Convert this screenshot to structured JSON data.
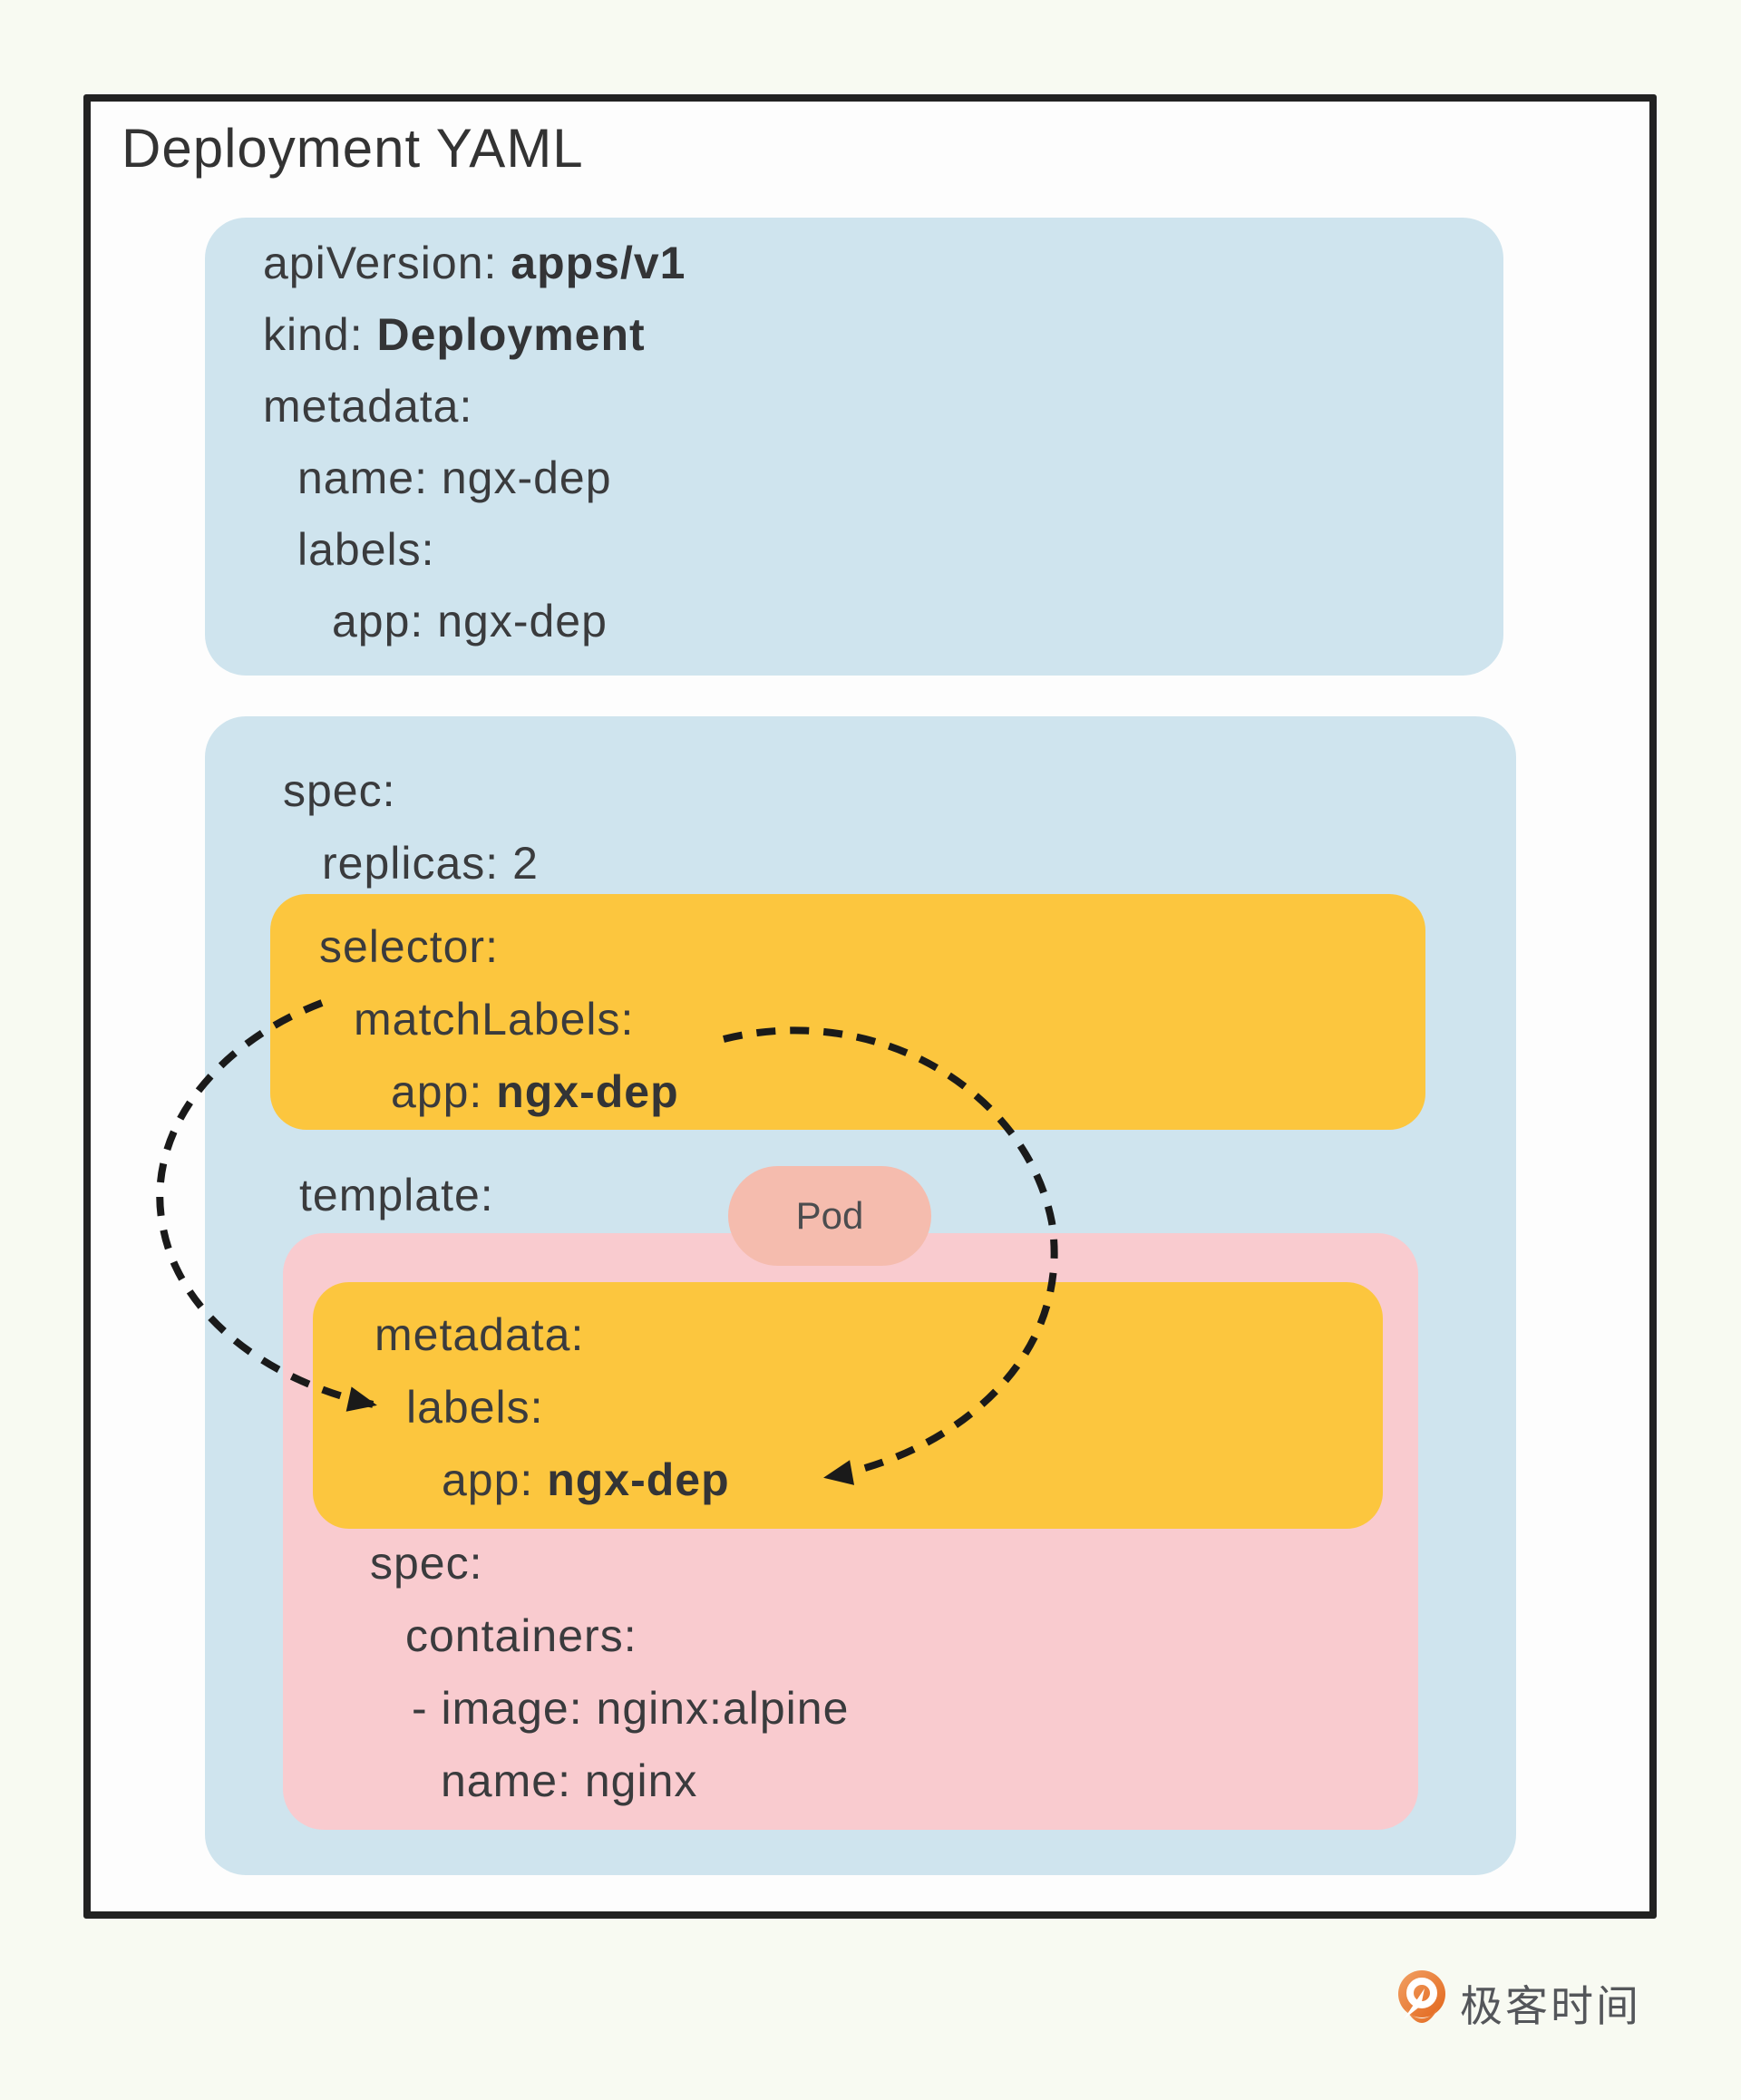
{
  "title": "Deployment YAML",
  "metadata_box": {
    "api_version_key": "apiVersion: ",
    "api_version_value": "apps/v1",
    "kind_key": "kind: ",
    "kind_value": "Deployment",
    "metadata_line": "metadata:",
    "name_line": "name: ngx-dep",
    "labels_line": "labels:",
    "app_line": "app: ngx-dep"
  },
  "spec_box": {
    "spec_line": "spec:",
    "replicas_line": "replicas: 2",
    "selector_box": {
      "selector_line": "selector:",
      "match_labels_line": "matchLabels:",
      "app_key": "app: ",
      "app_value": "ngx-dep"
    },
    "template_line": "template:",
    "pod": {
      "tab_label": "Pod",
      "labels_box": {
        "metadata_line": "metadata:",
        "labels_line": "labels:",
        "app_key": "app: ",
        "app_value": "ngx-dep"
      },
      "spec_line": "spec:",
      "containers_line": "containers:",
      "image_line": "- image: nginx:alpine",
      "name_line": "name: nginx"
    }
  },
  "footer": {
    "brand_text": "极客时间",
    "brand_icon": "geektime-logo-icon"
  },
  "colors": {
    "page_background": "#f8faf2",
    "frame_background": "#fdfdfd",
    "frame_border": "#222222",
    "blue_box": "#cfe4ee",
    "yellow_box": "#fcc63e",
    "pink_box": "#f9cbcf",
    "pod_tab": "#f5bcae",
    "text": "#3a3b3d",
    "dash_arrow": "#1a1a1a",
    "logo_orange": "#e8771f"
  }
}
